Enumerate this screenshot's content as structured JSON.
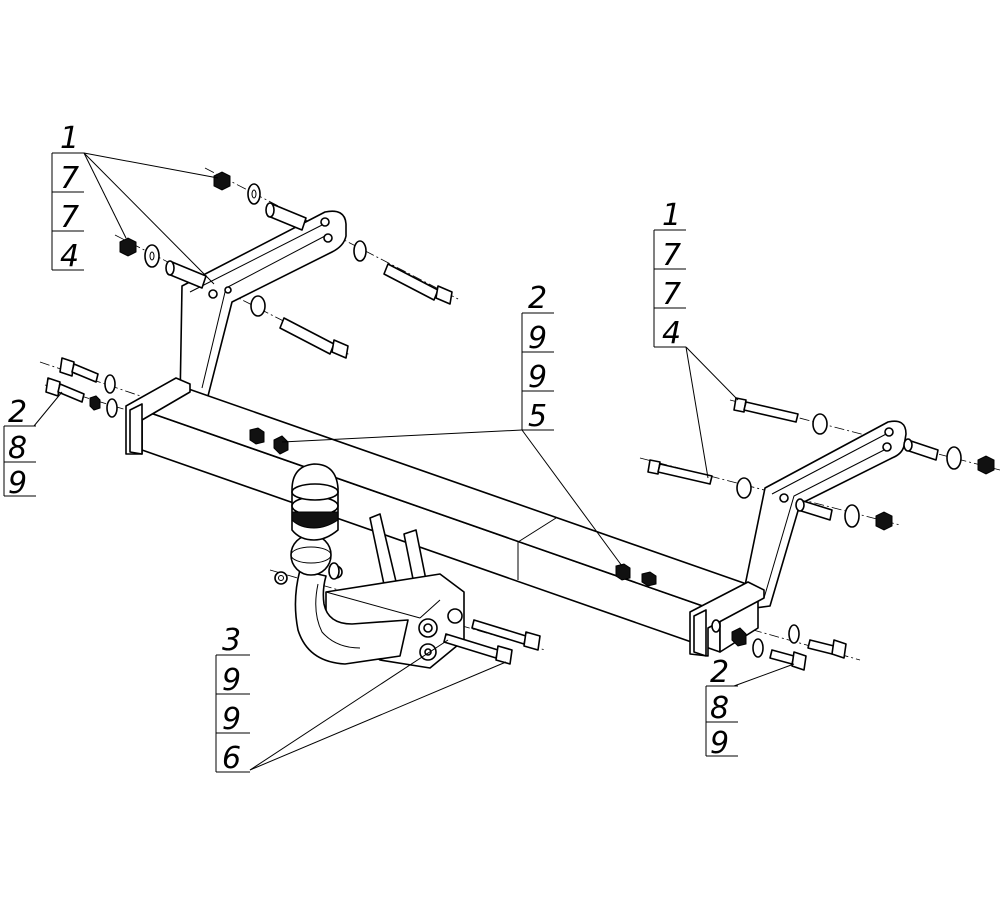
{
  "callouts": {
    "topLeft": [
      "1",
      "7",
      "7",
      "4"
    ],
    "topRight": [
      "1",
      "7",
      "7",
      "4"
    ],
    "center": [
      "2",
      "9",
      "9",
      "5"
    ],
    "left": [
      "2",
      "8",
      "9"
    ],
    "rightBottom": [
      "2",
      "8",
      "9"
    ],
    "bottomLeft": [
      "3",
      "9",
      "9",
      "6"
    ]
  }
}
